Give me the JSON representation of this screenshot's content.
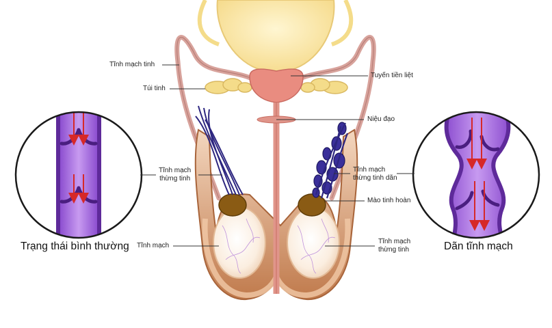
{
  "labels": {
    "tinh_mach_tinh": "Tĩnh mạch tinh",
    "tui_tinh": "Túi tinh",
    "tuyen_tien_liet": "Tuyến tiền liệt",
    "nieu_dao": "Niệu đạo",
    "tinh_mach_thung_tinh_left_1": "Tĩnh mạch",
    "tinh_mach_thung_tinh_left_2": "thừng tinh",
    "tinh_mach_thung_tinh_dan_1": "Tĩnh mạch",
    "tinh_mach_thung_tinh_dan_2": "thừng tinh dãn",
    "mao_tinh_hoan": "Mào tinh hoàn",
    "tinh_mach": "Tĩnh mạch",
    "tinh_mach_thung_tinh_right_1": "Tĩnh mạch",
    "tinh_mach_thung_tinh_right_2": "thừng tinh"
  },
  "captions": {
    "normal": "Trạng thái bình thường",
    "dilated": "Dãn tĩnh mạch"
  },
  "colors": {
    "vein_purple": "#9a5fd0",
    "vein_light": "#c79af0",
    "arrow_red": "#d62828",
    "bladder": "#fbe7a8",
    "prostate": "#e98c80",
    "vas_deferens": "#d8a39c",
    "seminal_vesicle": "#f4dc8a",
    "epididymis": "#8a5b14",
    "testis": "#fdf1e4",
    "scrotum": "#c9875a",
    "varicose_vein": "#2d2680"
  }
}
